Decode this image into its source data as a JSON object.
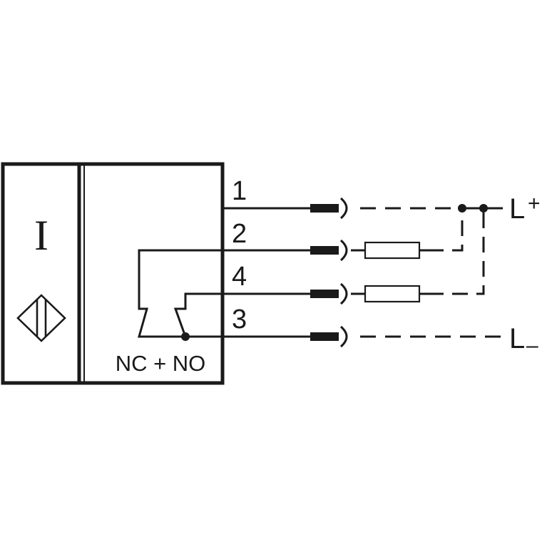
{
  "sensor": {
    "type_letter": "I",
    "symbol_icon": "inductive-sensor-diamond-icon",
    "contact_label": "NC + NO"
  },
  "pins": [
    {
      "number": "1"
    },
    {
      "number": "2"
    },
    {
      "number": "4"
    },
    {
      "number": "3"
    }
  ],
  "supply": {
    "positive": {
      "letter": "L",
      "sign": "+"
    },
    "negative": {
      "letter": "L",
      "sign": "–"
    }
  },
  "colors": {
    "line": "#1a1a1a",
    "background": "#ffffff"
  }
}
